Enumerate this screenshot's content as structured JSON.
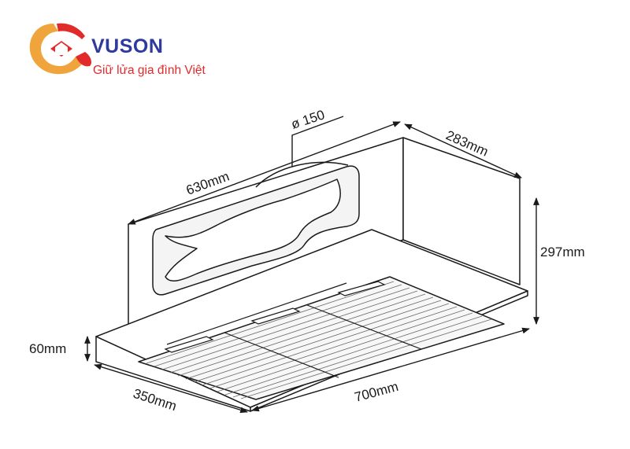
{
  "brand": {
    "name": "VUSON",
    "tagline": "Giữ lửa gia đình Việt",
    "primary_color": "#2f3a9e",
    "accent_color": "#e12b2b",
    "logo_orange": "#f0a53c"
  },
  "dimensions": {
    "back_width": "630mm",
    "back_depth": "283mm",
    "height": "297mm",
    "duct_diameter": "ø 150",
    "front_width": "700mm",
    "front_depth": "350mm",
    "front_height": "60mm"
  }
}
